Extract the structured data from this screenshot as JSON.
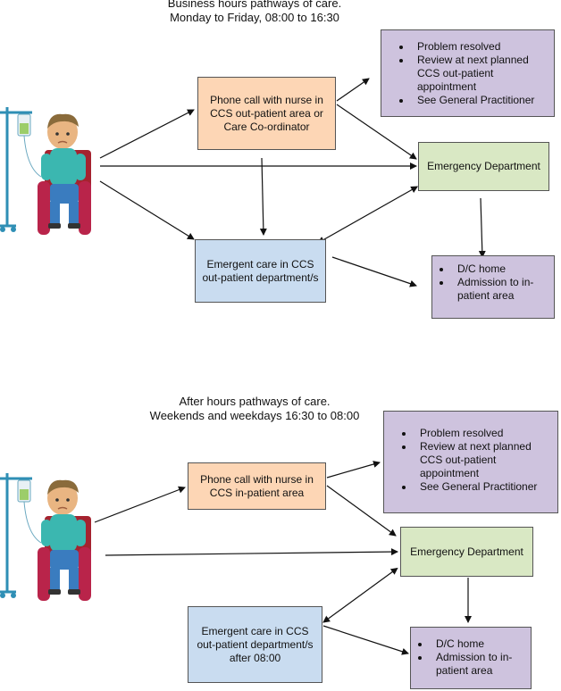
{
  "business": {
    "title_line1": "Business hours pathways of care.",
    "title_line2": "Monday to Friday, 08:00 to 16:30",
    "phone_box": "Phone call with nurse in CCS out-patient area or Care Co-ordinator",
    "outcomes": [
      "Problem resolved",
      "Review at next planned CCS out-patient appointment",
      "See General Practitioner"
    ],
    "emergency": "Emergency Department",
    "emergent_care": "Emergent care in CCS out-patient department/s",
    "discharge": [
      "D/C home",
      "Admission to in-patient area"
    ]
  },
  "after": {
    "title_line1": "After hours pathways of care.",
    "title_line2": "Weekends and weekdays 16:30 to 08:00",
    "phone_box": "Phone call with nurse in CCS in-patient area",
    "outcomes": [
      "Problem resolved",
      "Review at next planned CCS out-patient appointment",
      "See General Practitioner"
    ],
    "emergency": "Emergency Department",
    "emergent_care": "Emergent care in CCS out-patient department/s after 08:00",
    "discharge": [
      "D/C home",
      "Admission to in-patient area"
    ]
  },
  "colors": {
    "phone": "#fdd6b5",
    "emergency": "#d9e8c4",
    "emergent": "#c9dcf0",
    "outcome": "#cec3de"
  },
  "icons": [
    "patient-wheelchair-iv-icon"
  ]
}
